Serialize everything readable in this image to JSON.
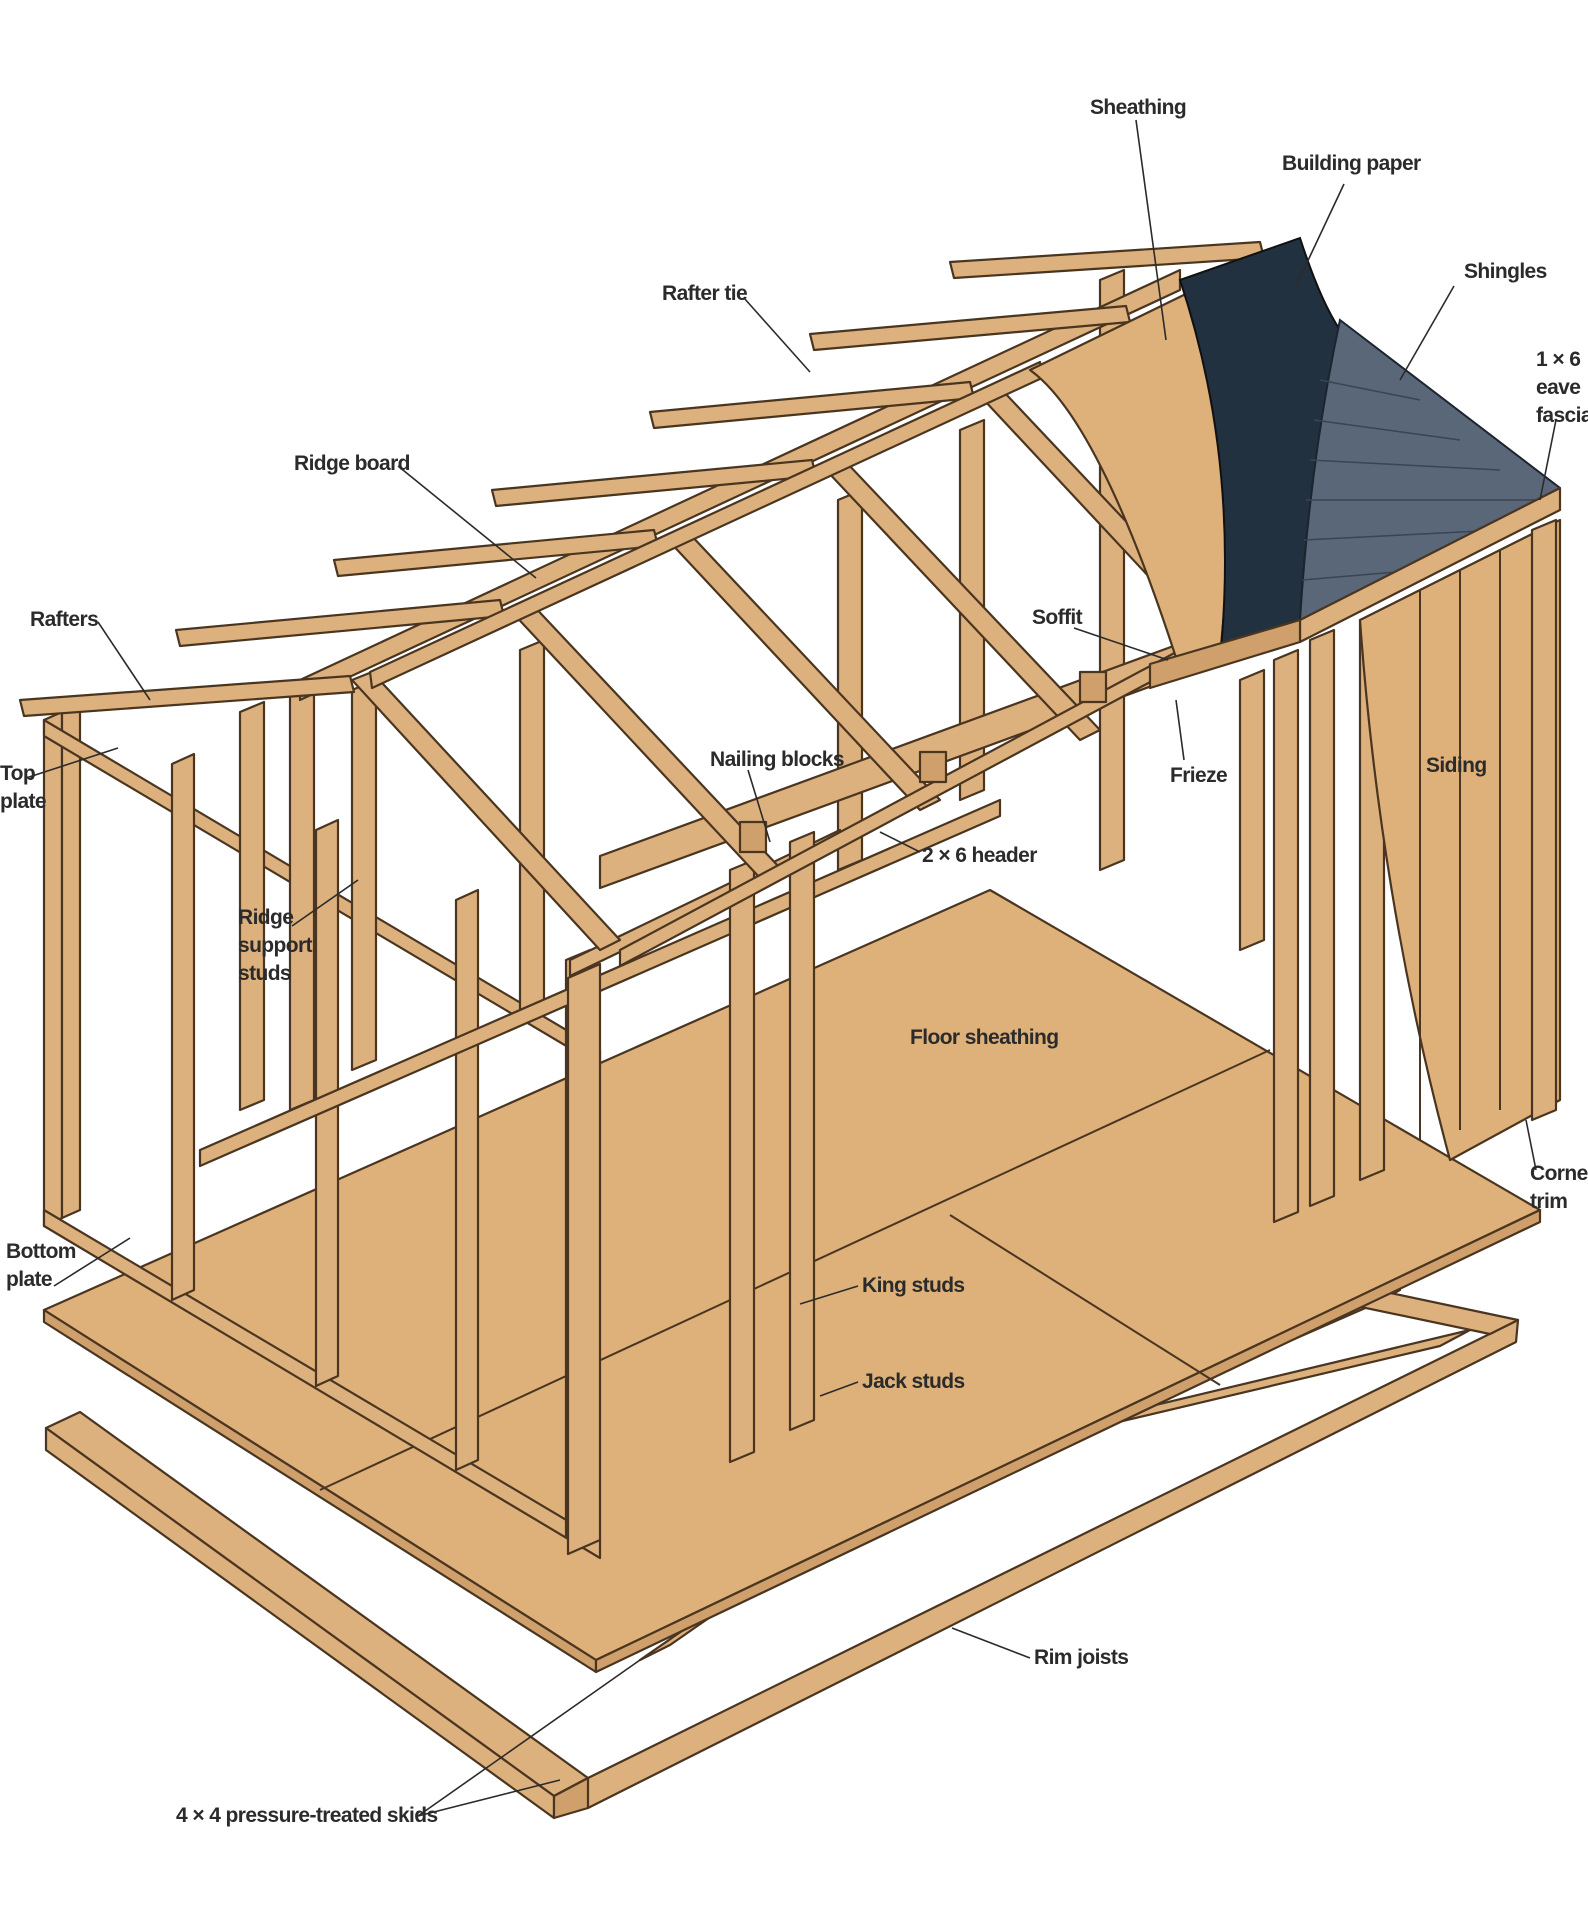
{
  "labels": {
    "sheathing": "Sheathing",
    "building_paper": "Building paper",
    "shingles": "Shingles",
    "fascia_1": "1 × 6",
    "fascia_2": "eave",
    "fascia_3": "fascia",
    "rafter_tie": "Rafter tie",
    "ridge_board": "Ridge board",
    "rafters": "Rafters",
    "top_plate_1": "Top",
    "top_plate_2": "plate",
    "soffit": "Soffit",
    "frieze": "Frieze",
    "siding": "Siding",
    "nailing_blocks": "Nailing blocks",
    "header": "2 × 6 header",
    "ridge_support_1": "Ridge",
    "ridge_support_2": "support",
    "ridge_support_3": "studs",
    "floor_sheathing": "Floor sheathing",
    "corner_trim_1": "Corner",
    "corner_trim_2": "trim",
    "bottom_plate_1": "Bottom",
    "bottom_plate_2": "plate",
    "king_studs": "King studs",
    "jack_studs": "Jack studs",
    "rim_joists": "Rim joists",
    "skids": "4 × 4 pressure-treated skids"
  },
  "colors": {
    "wood": "#ddb17e",
    "wood_shadow": "#cfa06c",
    "building_paper": "#22313f",
    "shingles": "#5a6778",
    "outline": "#4a3520",
    "label": "#2b2b2b"
  }
}
